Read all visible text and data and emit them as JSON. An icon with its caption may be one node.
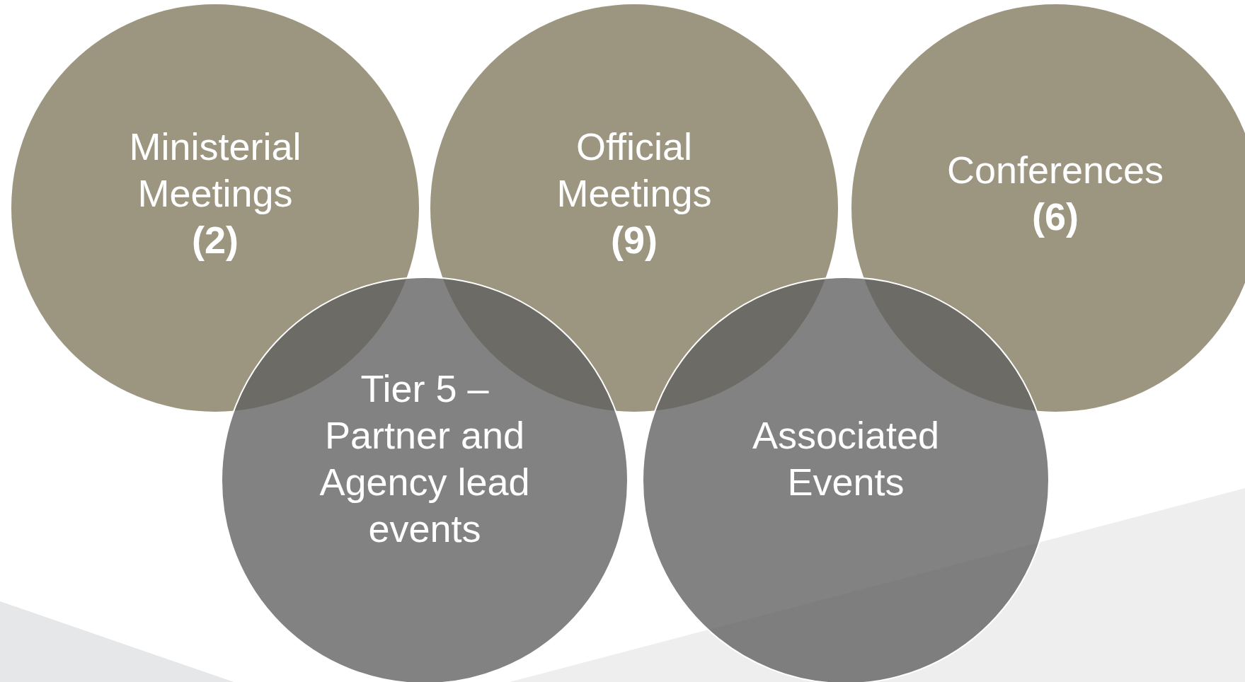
{
  "diagram": {
    "nodes": [
      {
        "text": [
          "Ministerial Meetings",
          "(2)"
        ]
      },
      {
        "text": [
          "Official Meetings",
          "(9)"
        ]
      },
      {
        "text": [
          "Conferences",
          "(6)"
        ]
      },
      {
        "text": [
          "Tier 5 – Partner and Agency lead events"
        ]
      },
      {
        "text": [
          "Associated Events"
        ]
      }
    ]
  }
}
